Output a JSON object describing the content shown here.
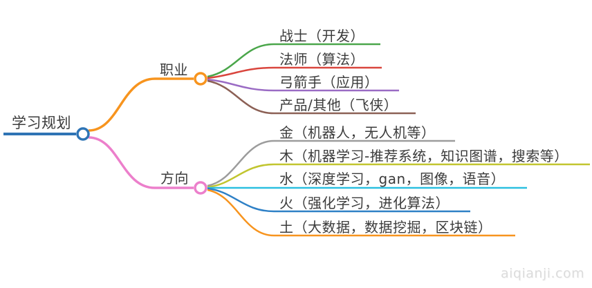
{
  "canvas": {
    "background": "#ffffff",
    "text_color": "#3b3b3b"
  },
  "watermark": {
    "text": "aiqianji.com",
    "color": "#dcdcdc"
  },
  "root": {
    "label": "学习规划",
    "color": "#2e74b5"
  },
  "branches": [
    {
      "label": "职业",
      "color": "#f7941e",
      "children": [
        {
          "label": "战士（开发）",
          "color": "#4aa64a"
        },
        {
          "label": "法师（算法）",
          "color": "#d9453d"
        },
        {
          "label": "弓箭手（应用）",
          "color": "#9a6bc4"
        },
        {
          "label": "产品/其他（飞侠）",
          "color": "#8c6055"
        }
      ]
    },
    {
      "label": "方向",
      "color": "#ec7fcb",
      "children": [
        {
          "label": "金（机器人，无人机等）",
          "color": "#9c9c9c"
        },
        {
          "label": "木（机器学习-推荐系统，知识图谱，搜索等）",
          "color": "#c1c52f"
        },
        {
          "label": "水（深度学习，gan，图像，语音）",
          "color": "#2bbfe0"
        },
        {
          "label": "火（强化学习，进化算法）",
          "color": "#2e80c6"
        },
        {
          "label": "土（大数据，数据挖掘，区块链）",
          "color": "#f7941e"
        }
      ]
    }
  ]
}
